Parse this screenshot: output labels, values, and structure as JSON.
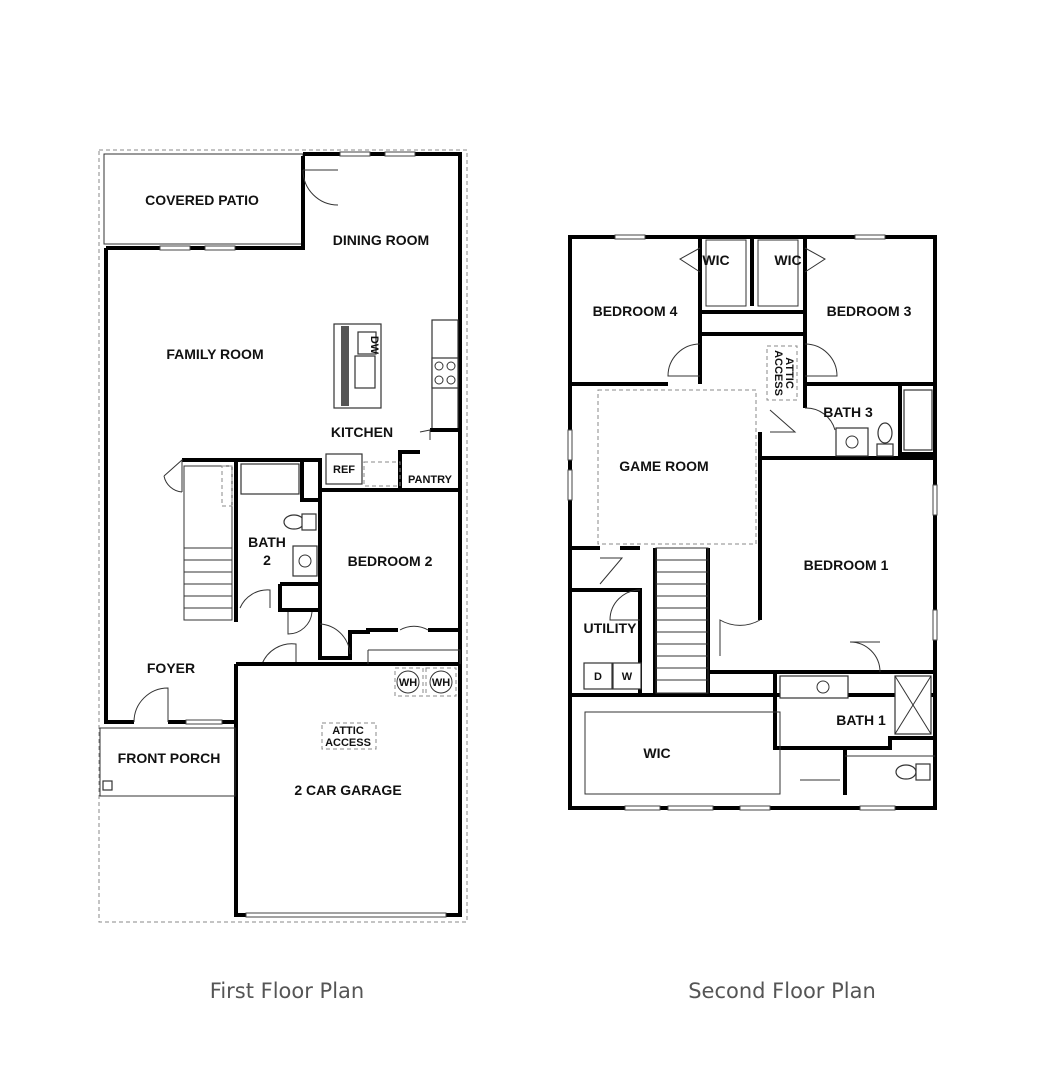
{
  "first_floor": {
    "caption": "First Floor Plan",
    "rooms": {
      "covered_patio": "COVERED PATIO",
      "dining_room": "DINING ROOM",
      "family_room": "FAMILY ROOM",
      "kitchen": "KITCHEN",
      "ref": "REF",
      "pantry": "PANTRY",
      "dw": "DW",
      "bath2_line1": "BATH",
      "bath2_line2": "2",
      "bedroom2": "BEDROOM 2",
      "foyer": "FOYER",
      "front_porch": "FRONT PORCH",
      "wh1": "WH",
      "wh2": "WH",
      "attic_line1": "ATTIC",
      "attic_line2": "ACCESS",
      "garage": "2 CAR GARAGE"
    }
  },
  "second_floor": {
    "caption": "Second Floor Plan",
    "rooms": {
      "wic_left": "WIC",
      "wic_right": "WIC",
      "bedroom4": "BEDROOM 4",
      "bedroom3": "BEDROOM 3",
      "attic_line1": "ATTIC",
      "attic_line2": "ACCESS",
      "bath3": "BATH 3",
      "game_room": "GAME ROOM",
      "bedroom1": "BEDROOM 1",
      "utility": "UTILITY",
      "dryer": "D",
      "washer": "W",
      "bath1": "BATH 1",
      "wic_bottom": "WIC"
    }
  }
}
